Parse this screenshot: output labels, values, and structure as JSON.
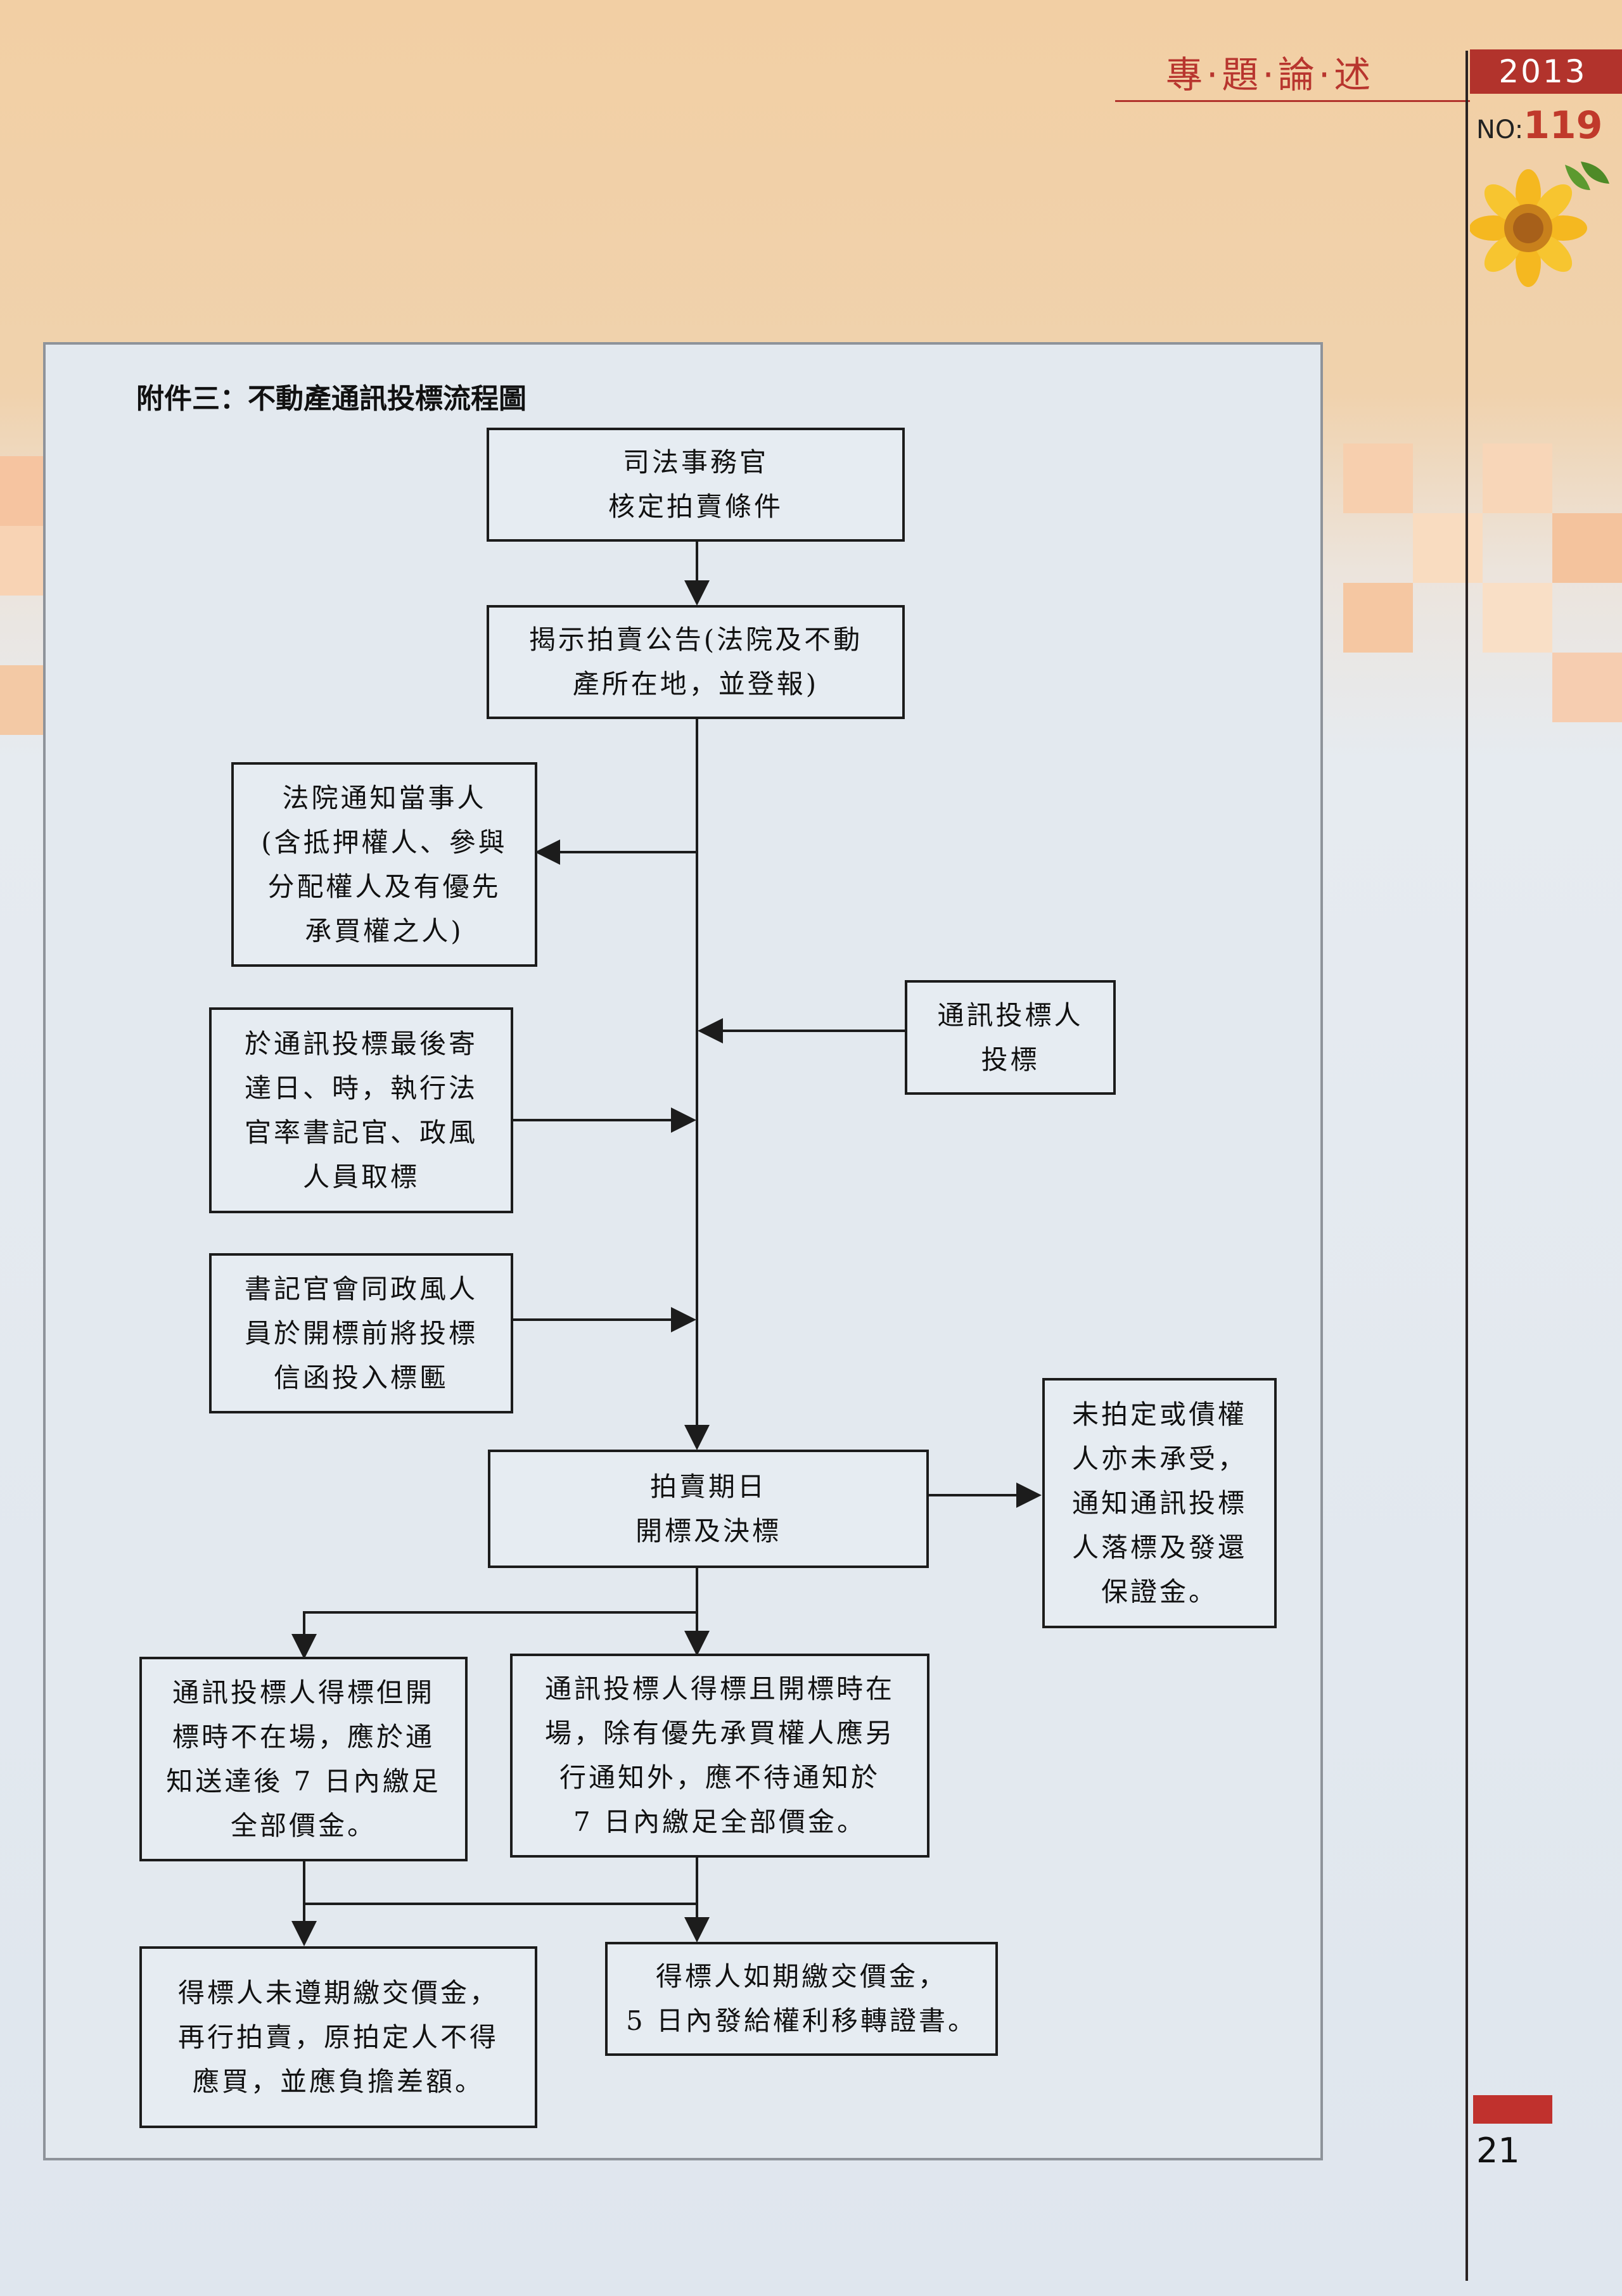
{
  "header": {
    "section_title": "專·題·論·述",
    "year": "2013",
    "issue_label": "NO:",
    "issue_number": "119",
    "accent_color": "#b2332c"
  },
  "diagram": {
    "title": "附件三：不動產通訊投標流程圖",
    "nodes": {
      "n1": "司法事務官\n核定拍賣條件",
      "n2": "揭示拍賣公告(法院及不動\n產所在地，並登報)",
      "n3": "法院通知當事人\n(含抵押權人、參與\n分配權人及有優先\n承買權之人)",
      "n4": "通訊投標人\n投標",
      "n5": "於通訊投標最後寄\n達日、時，執行法\n官率書記官、政風\n人員取標",
      "n6": "書記官會同政風人\n員於開標前將投標\n信函投入標匭",
      "n7": "拍賣期日\n開標及決標",
      "n8": "未拍定或債權\n人亦未承受，\n通知通訊投標\n人落標及發還\n保證金。",
      "n9": "通訊投標人得標但開\n標時不在場，應於通\n知送達後 7 日內繳足\n全部價金。",
      "n10": "通訊投標人得標且開標時在\n場，除有優先承買權人應另\n行通知外，應不待通知於\n7 日內繳足全部價金。",
      "n11": "得標人未遵期繳交價金，\n再行拍賣，原拍定人不得\n應買，並應負擔差額。",
      "n12": "得標人如期繳交價金，\n5 日內發給權利移轉證書。"
    }
  },
  "footer": {
    "page_number": "21"
  }
}
